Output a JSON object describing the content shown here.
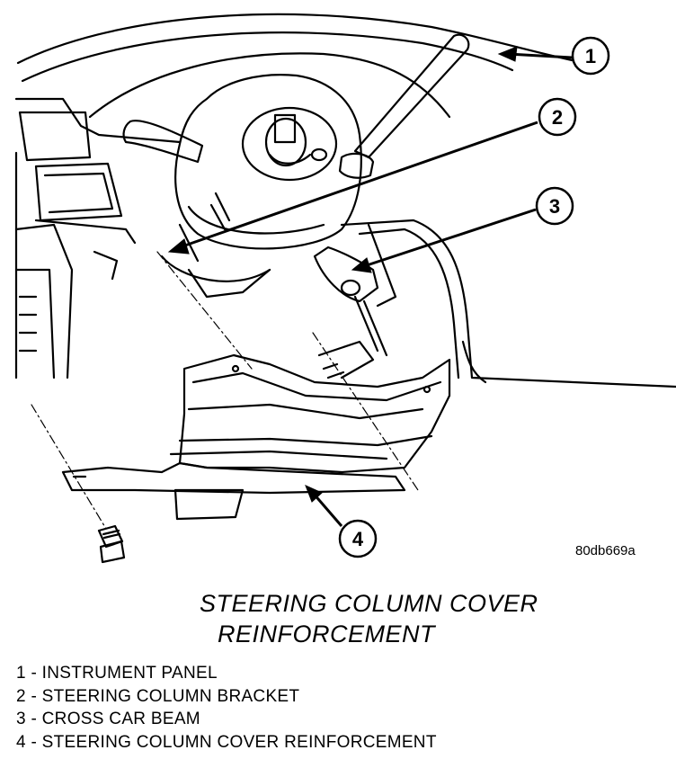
{
  "figure_code": "80db669a",
  "title_line1": "STEERING COLUMN COVER",
  "title_line2": "REINFORCEMENT",
  "callouts": [
    "1",
    "2",
    "3",
    "4"
  ],
  "legend": [
    "1 - INSTRUMENT PANEL",
    "2 - STEERING COLUMN BRACKET",
    "3 - CROSS CAR BEAM",
    "4 - STEERING COLUMN COVER REINFORCEMENT"
  ]
}
